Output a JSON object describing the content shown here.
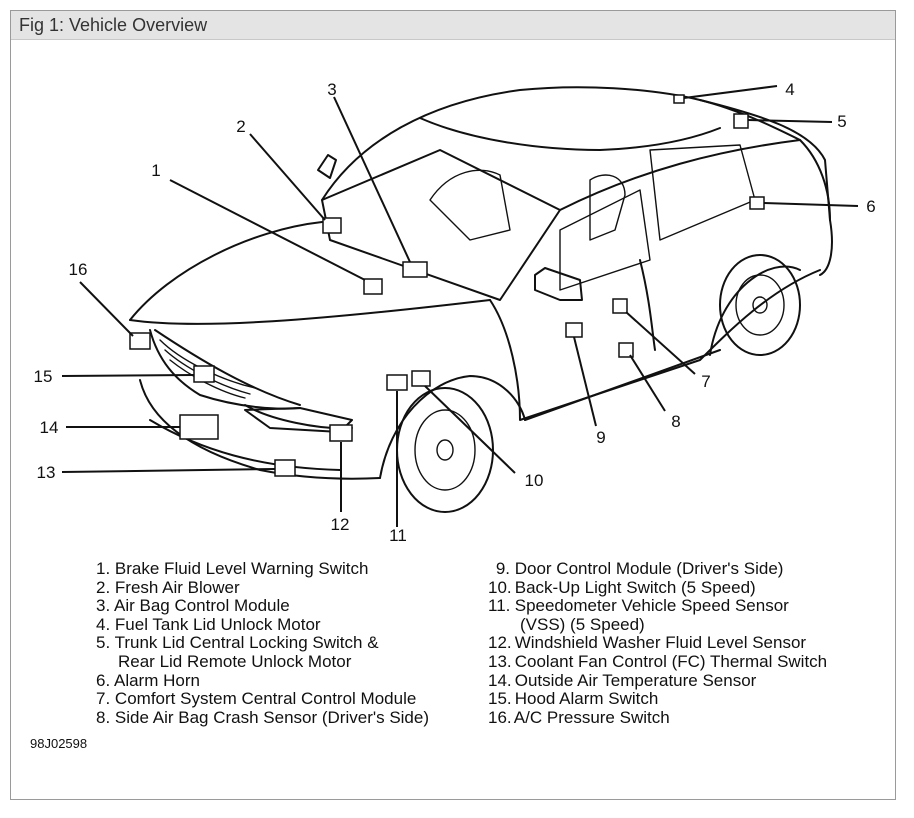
{
  "window": {
    "title": "Fig 1: Vehicle Overview"
  },
  "callouts": [
    "1",
    "2",
    "3",
    "4",
    "5",
    "6",
    "7",
    "8",
    "9",
    "10",
    "11",
    "12",
    "13",
    "14",
    "15",
    "16"
  ],
  "legend_left": [
    {
      "num": "1.",
      "text": "Brake Fluid Level Warning Switch"
    },
    {
      "num": "2.",
      "text": "Fresh Air Blower"
    },
    {
      "num": "3.",
      "text": "Air Bag Control Module"
    },
    {
      "num": "4.",
      "text": "Fuel Tank Lid Unlock Motor"
    },
    {
      "num": "5.",
      "text": "Trunk Lid Central Locking Switch &"
    },
    {
      "num": "",
      "text": "Rear Lid Remote Unlock Motor"
    },
    {
      "num": "6.",
      "text": "Alarm Horn"
    },
    {
      "num": "7.",
      "text": "Comfort System Central Control Module"
    },
    {
      "num": "8.",
      "text": "Side Air Bag Crash Sensor (Driver's Side)"
    }
  ],
  "legend_right": [
    {
      "num": "9.",
      "text": "Door Control Module (Driver's Side)"
    },
    {
      "num": "10.",
      "text": "Back-Up Light Switch (5 Speed)"
    },
    {
      "num": "11.",
      "text": "Speedometer Vehicle Speed Sensor"
    },
    {
      "num": "",
      "text": "(VSS) (5 Speed)"
    },
    {
      "num": "12.",
      "text": "Windshield Washer Fluid Level Sensor"
    },
    {
      "num": "13.",
      "text": "Coolant Fan Control (FC) Thermal Switch"
    },
    {
      "num": "14.",
      "text": "Outside Air Temperature Sensor"
    },
    {
      "num": "15.",
      "text": "Hood Alarm Switch"
    },
    {
      "num": "16.",
      "text": "A/C Pressure Switch"
    }
  ],
  "figure_code": "98J02598"
}
